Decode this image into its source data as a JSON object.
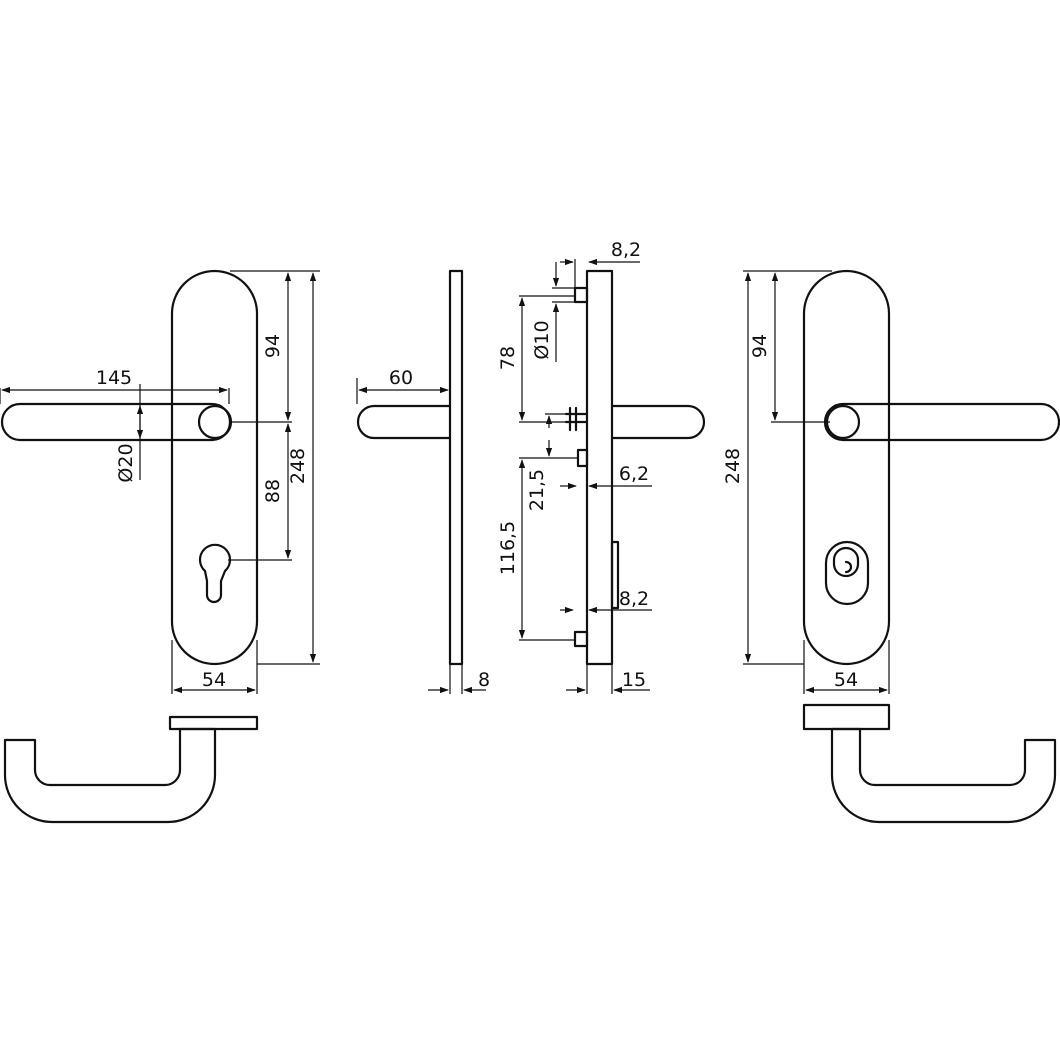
{
  "colors": {
    "stroke": "#111111",
    "background": "#ffffff"
  },
  "views": {
    "front_keyhole": {
      "dims": {
        "lever_length": "145",
        "lever_diameter": "Ø20",
        "top_to_spindle": "94",
        "spindle_to_cylinder": "88",
        "plate_height": "248",
        "plate_width": "54"
      }
    },
    "side": {
      "dims": {
        "projection": "60",
        "plate_thickness": "8"
      }
    },
    "rear_side": {
      "dims": {
        "top_thickness": "8,2",
        "bolt_diameter": "Ø10",
        "bolt_to_spindle": "78",
        "spindle_offset": "21,5",
        "mid_thickness": "6,2",
        "lower_span": "116,5",
        "bottom_thickness": "8,2",
        "total_depth": "15"
      }
    },
    "front_cylinder": {
      "dims": {
        "top_to_spindle": "94",
        "plate_height": "248",
        "plate_width": "54"
      }
    }
  }
}
